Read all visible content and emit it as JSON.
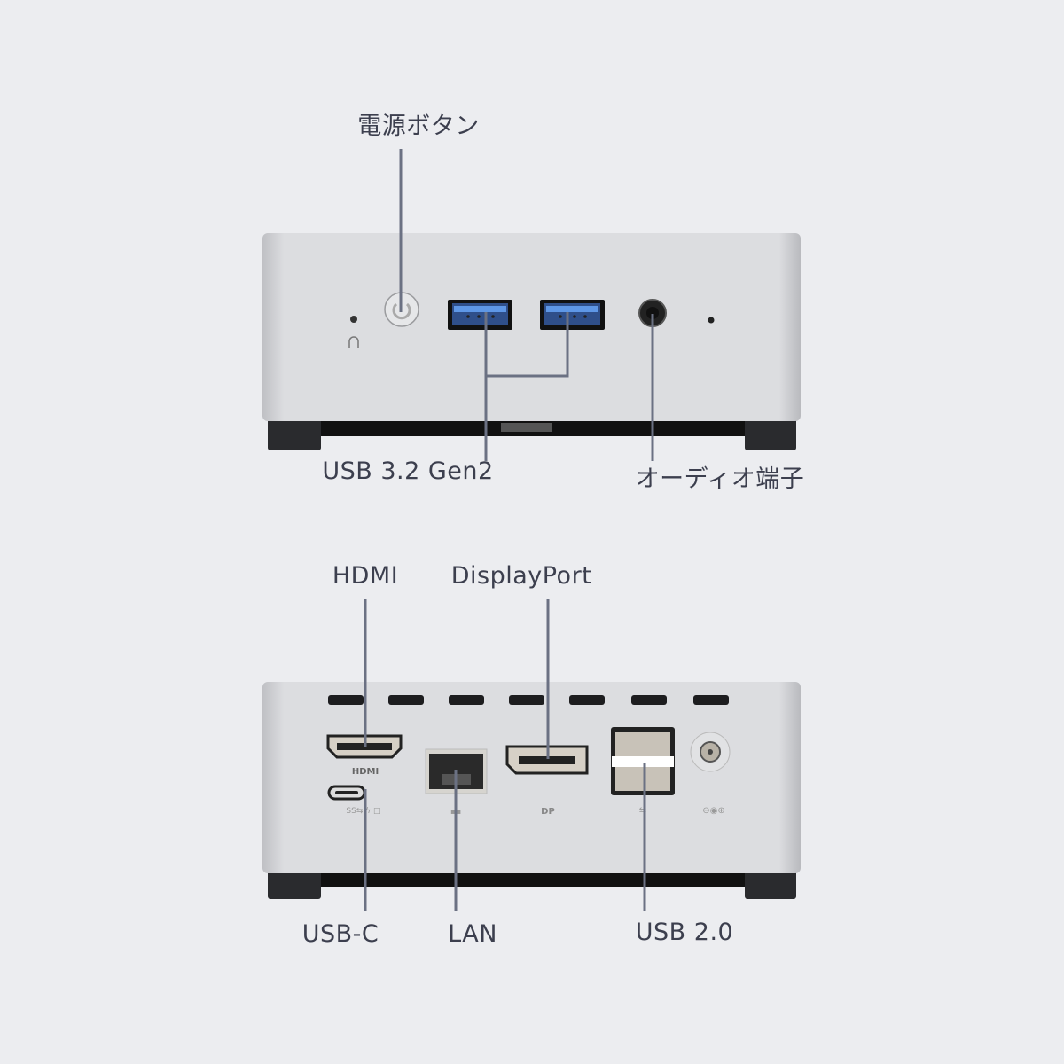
{
  "front": {
    "labels": {
      "power": "電源ボタン",
      "usb32": "USB 3.2 Gen2",
      "audio": "オーディオ端子"
    }
  },
  "back": {
    "labels": {
      "hdmi": "HDMI",
      "displayport": "DisplayPort",
      "usbc": "USB-C",
      "lan": "LAN",
      "usb20": "USB 2.0"
    },
    "port_markings": {
      "hdmi": "HDMI",
      "dp": "DP"
    }
  },
  "colors": {
    "background": "#ecedf0",
    "chassis": "#d8d9dc",
    "leader_line": "#6b7183",
    "usb3_blue": "#3f7fd6"
  }
}
